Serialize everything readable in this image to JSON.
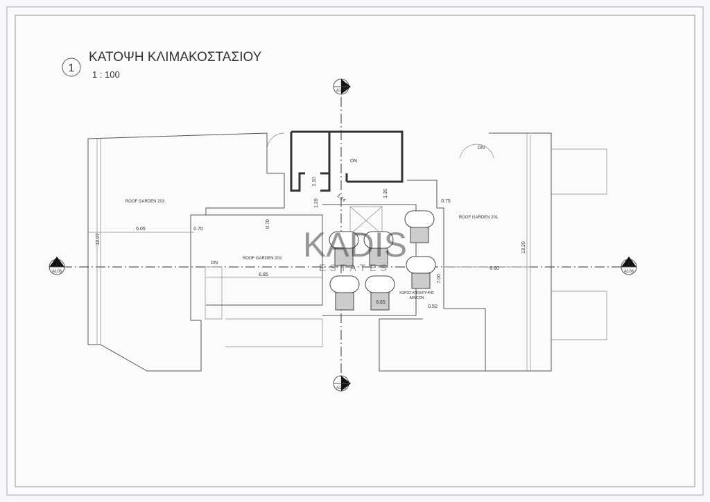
{
  "title": {
    "number": "1",
    "name": "ΚΑΤΟΨΗ ΚΛΙΜΑΚΟΣΤΑΣΙΟΥ",
    "scale": "1 : 100"
  },
  "section_markers": {
    "top": {
      "number": "1",
      "sheet": "A106"
    },
    "bottom": {
      "number": "1",
      "sheet": "A106"
    },
    "left": {
      "number": "2",
      "sheet": "A106"
    },
    "right": {
      "number": "2",
      "sheet": "A106"
    }
  },
  "rooms": {
    "rg203": "ROOF GARDEN 203",
    "rg202": "ROOF GARDEN 202",
    "rg201": "ROOF GARDEN 201",
    "aircon_1": "ΧΩΡΟΣ ΑΠΟΚΡΥΨΗΣ",
    "aircon_2": "AIR/CON"
  },
  "stairs": {
    "dn1": "DN",
    "dn2": "DN",
    "dn3": "DN"
  },
  "dimensions": {
    "d605": "6.05",
    "d070a": "0.70",
    "d070b": "0.70",
    "d1207": "12.07",
    "d685": "6.85",
    "d110": "1.10",
    "d120": "1.20",
    "d114": "1.14",
    "d135": "1.35",
    "d075": "0.75",
    "d1320": "13.20",
    "d660": "6.60",
    "d700": "7.00",
    "d665": "6.65",
    "d050": "0.50"
  },
  "watermark": {
    "brand": "KADIS",
    "sub": "ESTATES"
  }
}
